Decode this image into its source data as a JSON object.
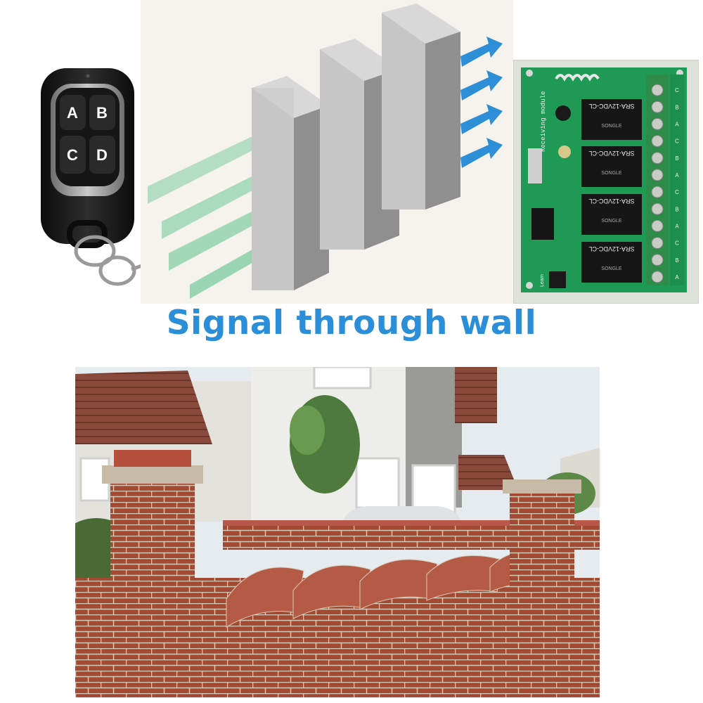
{
  "headline": "Signal through wall",
  "remote": {
    "buttons": [
      "A",
      "B",
      "C",
      "D"
    ]
  },
  "receiver_board": {
    "relay_label": "SRA-12VDC-CL",
    "relay_brand": "SONGLE",
    "module_label": "Receiving module",
    "learn_label": "Learn",
    "terminal_labels": [
      "C",
      "B",
      "A",
      "C",
      "B",
      "A",
      "C",
      "B",
      "A",
      "C",
      "B",
      "A"
    ]
  },
  "colors": {
    "headline": "#2a8fd8",
    "green_beam": "#3db874",
    "blue_beam": "#2e8fd6",
    "pcb": "#1f9a55",
    "brick": "#a24a34"
  },
  "icons": [
    "key-fob-icon",
    "arrow-right-icon",
    "relay-icon",
    "terminal-screw-icon"
  ]
}
